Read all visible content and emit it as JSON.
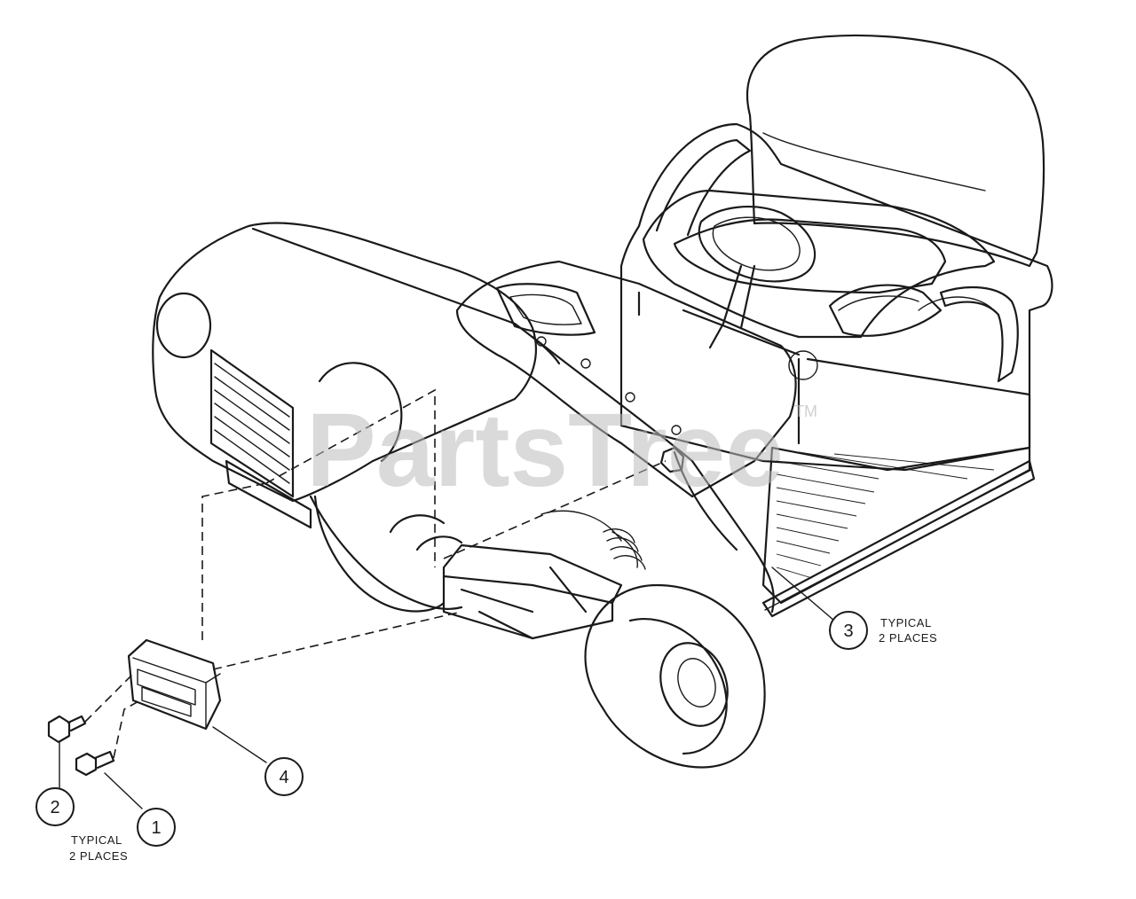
{
  "watermark": {
    "text": "PartsTree",
    "tm": "TM"
  },
  "callouts": [
    {
      "id": "1",
      "label": "1"
    },
    {
      "id": "2",
      "label": "2"
    },
    {
      "id": "3",
      "label": "3"
    },
    {
      "id": "4",
      "label": "4"
    }
  ],
  "notes": {
    "callout_3_line1": "TYPICAL",
    "callout_3_line2": "2 PLACES",
    "callout_1_line1": "TYPICAL",
    "callout_1_line2": "2 PLACES"
  }
}
